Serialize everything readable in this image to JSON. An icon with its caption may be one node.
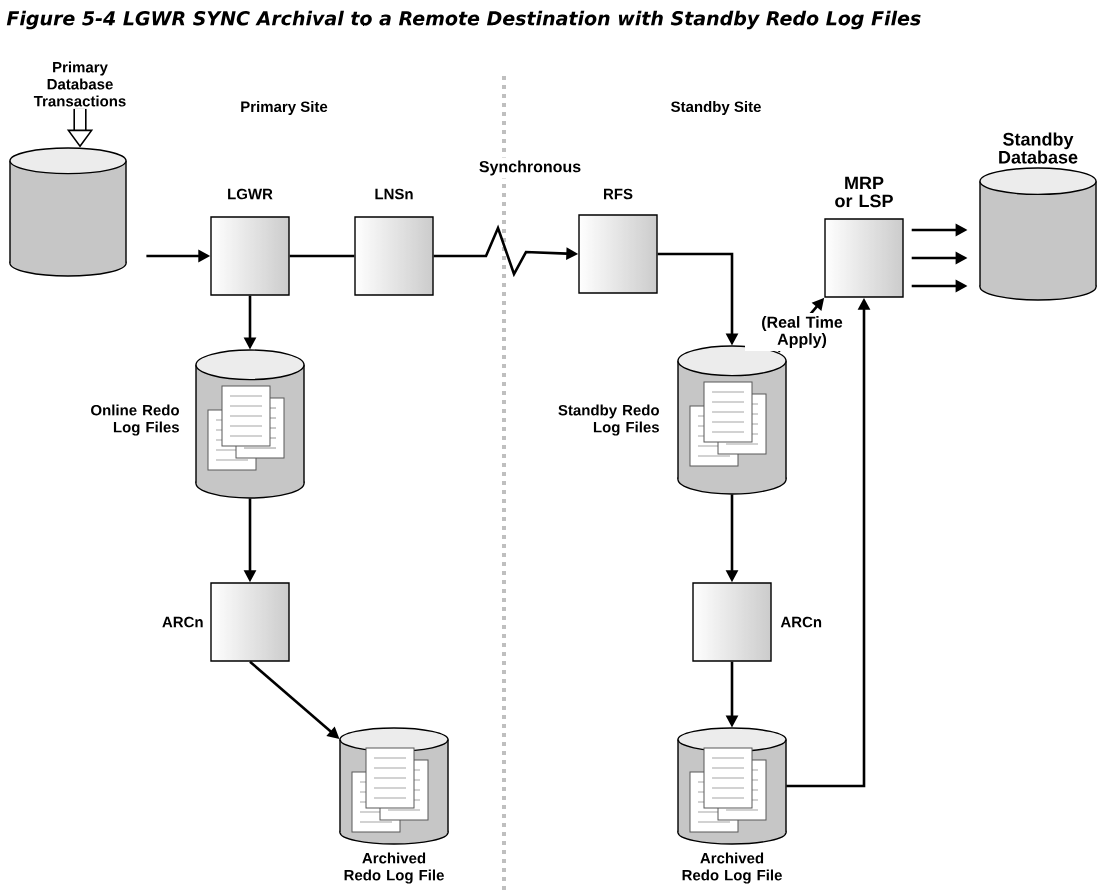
{
  "diagram": {
    "title": "Figure 5-4 LGWR SYNC Archival to a Remote Destination with Standby Redo Log Files",
    "nodes": [
      {
        "text": [
          "Primary Database Transactions"
        ]
      },
      {
        "text": [],
        "shape": "cylinder"
      },
      {
        "text": [
          "LGWR"
        ]
      },
      {
        "text": [
          "LNSn"
        ]
      },
      {
        "text": [
          "RFS"
        ]
      },
      {
        "text": [
          "MRP or LSP"
        ]
      },
      {
        "text": [
          "Standby Database"
        ]
      },
      {
        "text": [
          "Online Redo Log Files"
        ]
      },
      {
        "text": [
          "ARCn"
        ]
      },
      {
        "text": [
          "Archived Redo Log File"
        ]
      },
      {
        "text": [
          "Standby Redo Log Files"
        ]
      },
      {
        "text": [
          "ARCn"
        ]
      },
      {
        "text": [
          "Archived Redo Log File"
        ]
      }
    ],
    "edges": [
      {
        "from": 0,
        "to": 1,
        "arrow": "to",
        "style": "thick"
      },
      {
        "from": 1,
        "to": 2,
        "arrow": "to"
      },
      {
        "from": 2,
        "to": 7,
        "arrow": "to"
      },
      {
        "from": 2,
        "to": 3,
        "arrow": "none"
      },
      {
        "from": 3,
        "to": 4,
        "arrow": "to",
        "label": "Synchronous"
      },
      {
        "from": 4,
        "to": 10,
        "arrow": "to"
      },
      {
        "from": 10,
        "to": 5,
        "arrow": "to",
        "label": "(Real Time Apply)"
      },
      {
        "from": 5,
        "to": 6,
        "arrow": "to"
      },
      {
        "from": 5,
        "to": 6,
        "arrow": "to"
      },
      {
        "from": 5,
        "to": 6,
        "arrow": "to"
      },
      {
        "from": 7,
        "to": 8,
        "arrow": "to"
      },
      {
        "from": 8,
        "to": 9,
        "arrow": "to"
      },
      {
        "from": 10,
        "to": 11,
        "arrow": "to"
      },
      {
        "from": 11,
        "to": 12,
        "arrow": "to"
      },
      {
        "from": 12,
        "to": 5,
        "arrow": "to"
      }
    ],
    "labels": [
      "Primary Site",
      "Standby Site"
    ]
  }
}
